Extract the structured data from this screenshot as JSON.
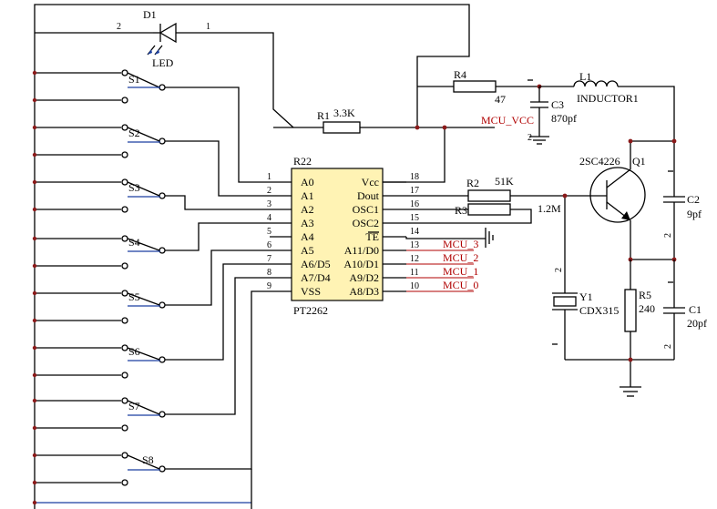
{
  "diagram": {
    "led": {
      "ref": "D1",
      "label": "LED",
      "pin_cathode": "2",
      "pin_anode": "1"
    },
    "r1": {
      "ref": "R1",
      "value": "3.3K"
    },
    "r4": {
      "ref": "R4",
      "value": "47"
    },
    "r2": {
      "ref": "R2",
      "value": "51K"
    },
    "r3": {
      "ref": "R3",
      "value": "1.2M"
    },
    "r5": {
      "ref": "R5",
      "value": "240"
    },
    "c1": {
      "ref": "C1",
      "value": "20pf",
      "pin2": "2"
    },
    "c2": {
      "ref": "C2",
      "value": "9pf",
      "pin2": "2"
    },
    "c3": {
      "ref": "C3",
      "value": "870pf",
      "pin2": "2"
    },
    "l1": {
      "ref": "L1",
      "value": "INDUCTOR1"
    },
    "q1": {
      "ref": "Q1",
      "part": "2SC4226"
    },
    "y1": {
      "ref": "Y1",
      "value": "CDX315",
      "pin2": "2"
    },
    "chip": {
      "ref": "R22",
      "name": "PT2262",
      "left": [
        {
          "num": "1",
          "name": "A0"
        },
        {
          "num": "2",
          "name": "A1"
        },
        {
          "num": "3",
          "name": "A2"
        },
        {
          "num": "4",
          "name": "A3"
        },
        {
          "num": "5",
          "name": "A4"
        },
        {
          "num": "6",
          "name": "A5"
        },
        {
          "num": "7",
          "name": "A6/D5"
        },
        {
          "num": "8",
          "name": "A7/D4"
        },
        {
          "num": "9",
          "name": "VSS"
        }
      ],
      "right": [
        {
          "num": "18",
          "name": "Vcc"
        },
        {
          "num": "17",
          "name": "Dout"
        },
        {
          "num": "16",
          "name": "OSC1"
        },
        {
          "num": "15",
          "name": "OSC2"
        },
        {
          "num": "14",
          "name": "TE"
        },
        {
          "num": "13",
          "name": "A11/D0"
        },
        {
          "num": "12",
          "name": "A10/D1"
        },
        {
          "num": "11",
          "name": "A9/D2"
        },
        {
          "num": "10",
          "name": "A8/D3"
        }
      ]
    },
    "nets": {
      "mcu_vcc": "MCU_VCC",
      "mcu_3": "MCU_3",
      "mcu_2": "MCU_2",
      "mcu_1": "MCU_1",
      "mcu_0": "MCU_0"
    },
    "switches": [
      "S1",
      "S2",
      "S3",
      "S4",
      "S5",
      "S6",
      "S7",
      "S8"
    ],
    "colors": {
      "wire": "#000000",
      "bus": "#1b3fa0",
      "net_label": "#b00000",
      "chip_fill": "#fff3b4"
    }
  }
}
